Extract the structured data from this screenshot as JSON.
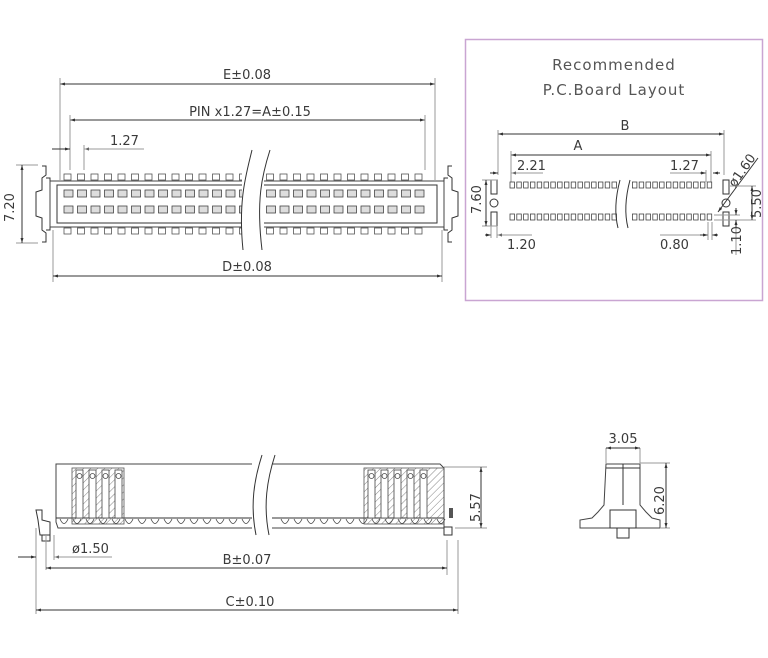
{
  "top_view": {
    "dim_e": "E±0.08",
    "dim_pin": "PIN  x1.27=A±0.15",
    "dim_pitch": "1.27",
    "dim_height": "7.20",
    "dim_d": "D±0.08"
  },
  "pcb_layout": {
    "title_line1": "Recommended",
    "title_line2": "P.C.Board  Layout",
    "dim_b": "B",
    "dim_a": "A",
    "dim_offset": "2.21",
    "dim_pitch": "1.27",
    "dim_row": "7.60",
    "dim_hole": "ø1.60",
    "dim_peg": "5.50",
    "dim_pad_w": "1.20",
    "dim_pad_gap": "0.80",
    "dim_pad_h": "1.10"
  },
  "side_view": {
    "dim_height": "5.57",
    "dim_peg": "ø1.50",
    "dim_b": "B±0.07",
    "dim_c": "C±0.10"
  },
  "end_view": {
    "dim_width": "3.05",
    "dim_height": "6.20"
  },
  "colors": {
    "frame": "#c9a5d2",
    "line": "#333333"
  }
}
